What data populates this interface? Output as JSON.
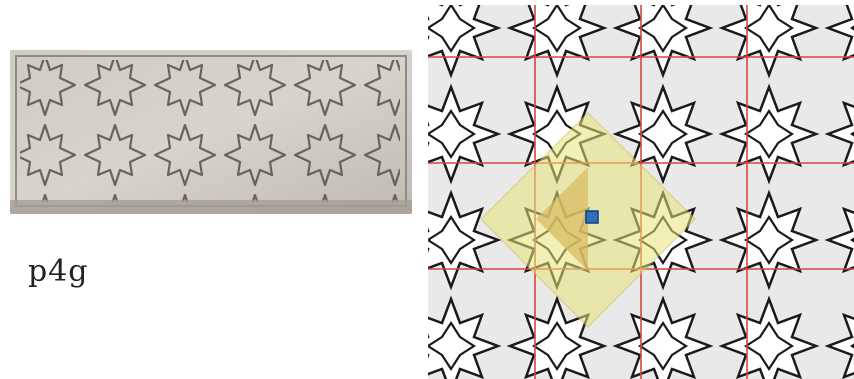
{
  "caption": "p4g",
  "colors": {
    "pattern_line": "#1a1a1a",
    "pattern_bg": "#e9e9e9",
    "mirror_lines": "#d9443f",
    "fundamental_region": "#e7e57a",
    "asymmetric_unit": "#c98a4a",
    "rotation_center": "#2f6fbf",
    "stone": "#c9c6c0"
  },
  "icons": [
    "mosaic-photo",
    "tiling-diagram",
    "rotation-center-marker"
  ]
}
